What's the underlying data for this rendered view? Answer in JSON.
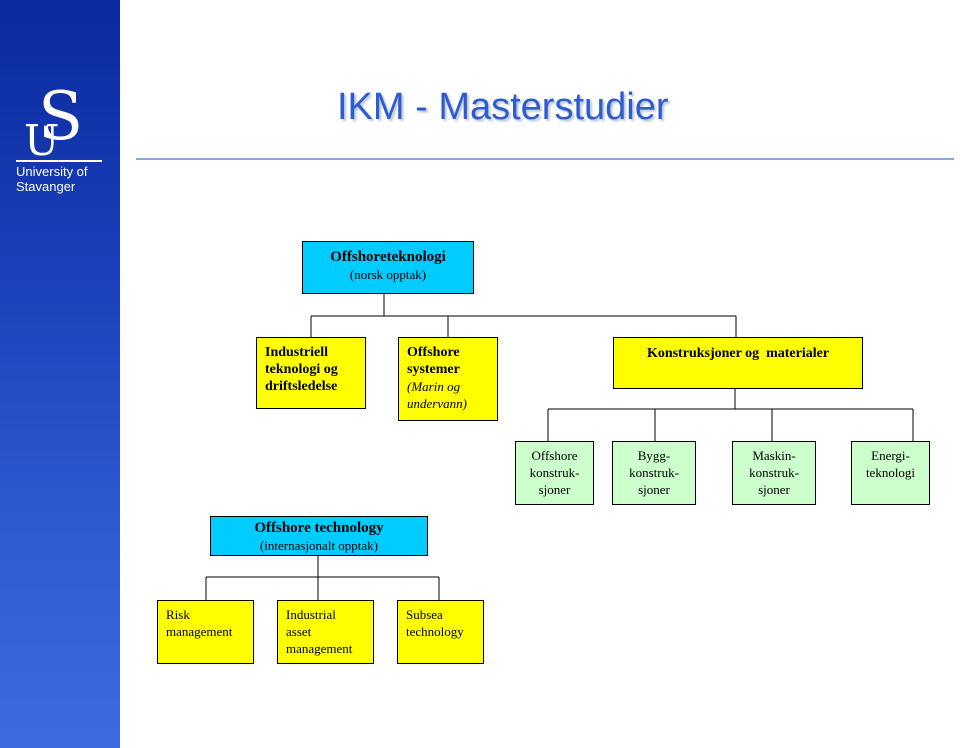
{
  "logo": {
    "letter_u": "U",
    "letter_s": "S",
    "text": "University of\nStavanger"
  },
  "title": "IKM - Masterstudier",
  "nodes": {
    "offshoreteknologi": {
      "title": "Offshoreteknologi",
      "subtitle": "(norsk opptak)"
    },
    "industriell": {
      "title": "Industriell\nteknologi og\ndriftsledelse"
    },
    "offshore_systemer": {
      "title": "Offshore\nsystemer",
      "subtitle": "(Marin og\nundervann)"
    },
    "konstruksjoner": {
      "title": "Konstruksjoner og  materialer"
    },
    "offshore_konstruksjoner": {
      "title": "Offshore\nkonstruk-\nsjoner"
    },
    "bygg": {
      "title": "Bygg-\nkonstruk-\nsjoner"
    },
    "maskin": {
      "title": "Maskin-\nkonstruk-\nsjoner"
    },
    "energi": {
      "title": "Energi-\nteknologi"
    },
    "offshore_technology": {
      "title": "Offshore technology",
      "subtitle": "(internasjonalt opptak)"
    },
    "risk": {
      "title": "Risk\nmanagement"
    },
    "industrial_asset": {
      "title": "Industrial\nasset\nmanagement"
    },
    "subsea": {
      "title": "Subsea\ntechnology"
    }
  },
  "colors": {
    "sidebar": "#1a3fb8",
    "title": "#2f5bd1",
    "cyan_box": "#00ccff",
    "yellow_box": "#ffff00",
    "green_box": "#ccffcc"
  }
}
